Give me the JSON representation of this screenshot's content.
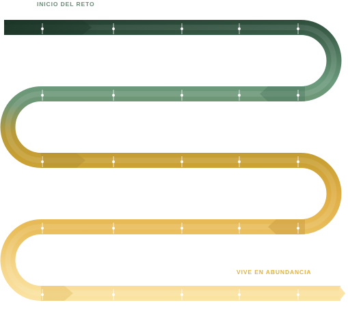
{
  "labels": {
    "start": "INICIO DEL RETO",
    "end": "VIVE EN ABUNDANCIA"
  },
  "colors": {
    "start_label": "#6b8a78",
    "end_label": "#e2b23e",
    "band_1": "#2f503d",
    "band_2": "#6b9a7c",
    "band_3": "#c9a033",
    "band_4": "#e6b652",
    "band_5": "#f7dc96",
    "tick": "#ffffff"
  },
  "road": {
    "rows": 5,
    "ticks_per_row": 5
  }
}
